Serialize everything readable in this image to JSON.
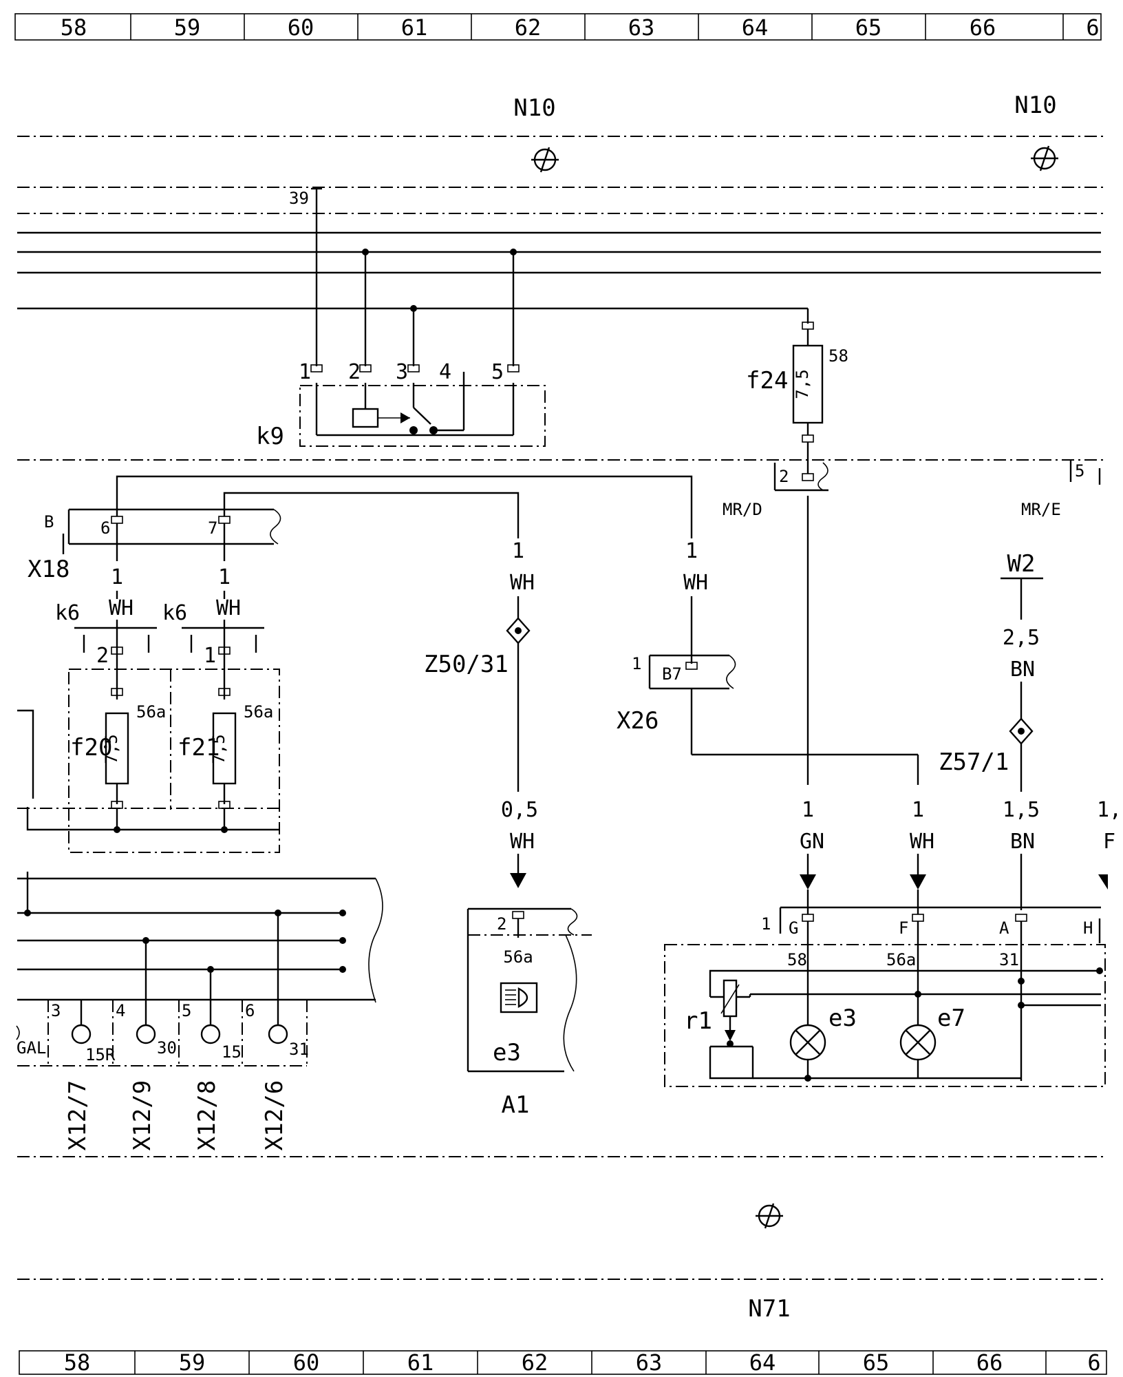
{
  "ruler_cells": [
    "58",
    "59",
    "60",
    "61",
    "62",
    "63",
    "64",
    "65",
    "66",
    "6"
  ],
  "ground_nodes": {
    "top_left": "N10",
    "top_right": "N10",
    "bottom": "N71"
  },
  "relay": {
    "name": "k9",
    "pins": [
      "39",
      "1",
      "2",
      "3",
      "4",
      "5"
    ]
  },
  "fuse_f24": {
    "name": "f24",
    "rating": "7,5",
    "terminal": "58"
  },
  "connector_mr_d": {
    "name": "MR/D",
    "pin": "2"
  },
  "connector_mr_e": {
    "name": "MR/E",
    "pin": "5"
  },
  "connector_x18": {
    "name": "X18",
    "side": "B",
    "pin_a": "6",
    "pin_b": "7"
  },
  "wire_x18_6": {
    "size": "1",
    "color": "WH"
  },
  "wire_x18_7": {
    "size": "1",
    "color": "WH"
  },
  "wire_z50_up": {
    "size": "1",
    "color": "WH"
  },
  "wire_x26_up": {
    "size": "1",
    "color": "WH"
  },
  "fuse_f20": {
    "name": "f20",
    "holder": "k6",
    "pin": "2",
    "rating": "7,5",
    "terminal": "56a"
  },
  "fuse_f21": {
    "name": "f21",
    "holder": "k6",
    "pin": "1",
    "rating": "7,5",
    "terminal": "56a"
  },
  "splice_z50": {
    "name": "Z50/31"
  },
  "connector_x26": {
    "name": "X26",
    "side": "1",
    "pin": "B7"
  },
  "splice_w2": {
    "name": "W2",
    "wire_size": "2,5",
    "wire_color": "BN"
  },
  "splice_z57": {
    "name": "Z57/1"
  },
  "wire_a1": {
    "size": "0,5",
    "color": "WH"
  },
  "wire_gn": {
    "size": "1",
    "color": "GN"
  },
  "wire_wh": {
    "size": "1",
    "color": "WH"
  },
  "wire_bn": {
    "size": "1,5",
    "color": "BN"
  },
  "wire_cut": {
    "size": "1,",
    "color": "F"
  },
  "a1": {
    "name": "A1",
    "pin": "2",
    "terminal": "56a",
    "lamp": "e3"
  },
  "panel": {
    "connector_side": "1",
    "pins": [
      {
        "letter": "G",
        "terminal": "58"
      },
      {
        "letter": "F",
        "terminal": "56a"
      },
      {
        "letter": "A",
        "terminal": "31"
      },
      {
        "letter": "H",
        "terminal": ""
      }
    ],
    "rheostat": "r1",
    "lamp_1": "e3",
    "lamp_2": "e7"
  },
  "x12": {
    "left_label": "GAL",
    "slots": [
      {
        "pin": "3",
        "terminal": "15R",
        "name": "X12/7"
      },
      {
        "pin": "4",
        "terminal": "30",
        "name": "X12/9"
      },
      {
        "pin": "5",
        "terminal": "15",
        "name": "X12/8"
      },
      {
        "pin": "6",
        "terminal": "31",
        "name": "X12/6"
      }
    ]
  }
}
